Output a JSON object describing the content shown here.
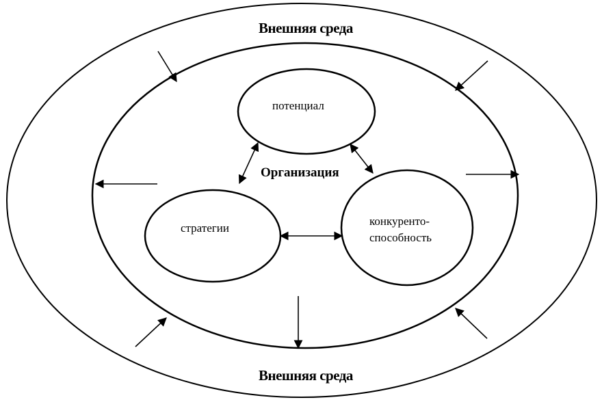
{
  "diagram": {
    "outer_label_top": "Внешняя среда",
    "outer_label_bottom": "Внешняя среда",
    "inner_label": "Организация",
    "nodes": {
      "potential": "потенциал",
      "strategy": "стратегии",
      "competitiveness_line1": "конкуренто-",
      "competitiveness_line2": "способность"
    },
    "colors": {
      "stroke": "#000000",
      "background": "#ffffff"
    }
  }
}
